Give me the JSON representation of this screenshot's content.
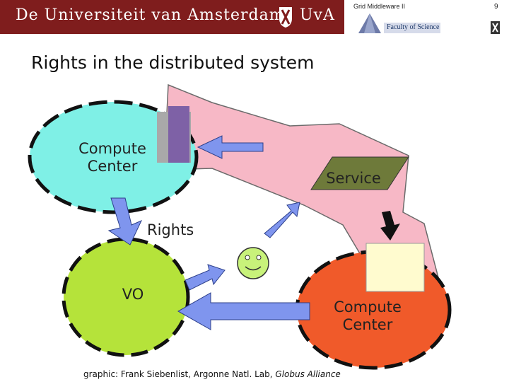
{
  "header": {
    "banner_line": "De Universiteit van Amsterdam",
    "banner_abbr": "UvA",
    "course": "Grid Middleware II",
    "page_number": "9",
    "faculty": "Faculty of Science"
  },
  "slide": {
    "title": "Rights in the distributed system",
    "labels": {
      "compute_center_top_line1": "Compute",
      "compute_center_top_line2": "Center",
      "service": "Service",
      "rights": "Rights",
      "vo": "VO",
      "compute_center_bottom_line1": "Compute",
      "compute_center_bottom_line2": "Center"
    },
    "credit_prefix": "graphic: Frank Siebenlist, Argonne Natl. Lab, ",
    "credit_italic": "Globus Alliance"
  },
  "colors": {
    "banner": "#7f1d1d",
    "compute_center_top": "#7ff0e6",
    "vo": "#b5e33a",
    "compute_center_bottom": "#f05a2a",
    "service_region": "#f7b8c6",
    "service_box": "#6e7a3a",
    "arrows": "#7f95ee",
    "smiley": "#c8f27a",
    "resource_box": "#fffbcf"
  }
}
